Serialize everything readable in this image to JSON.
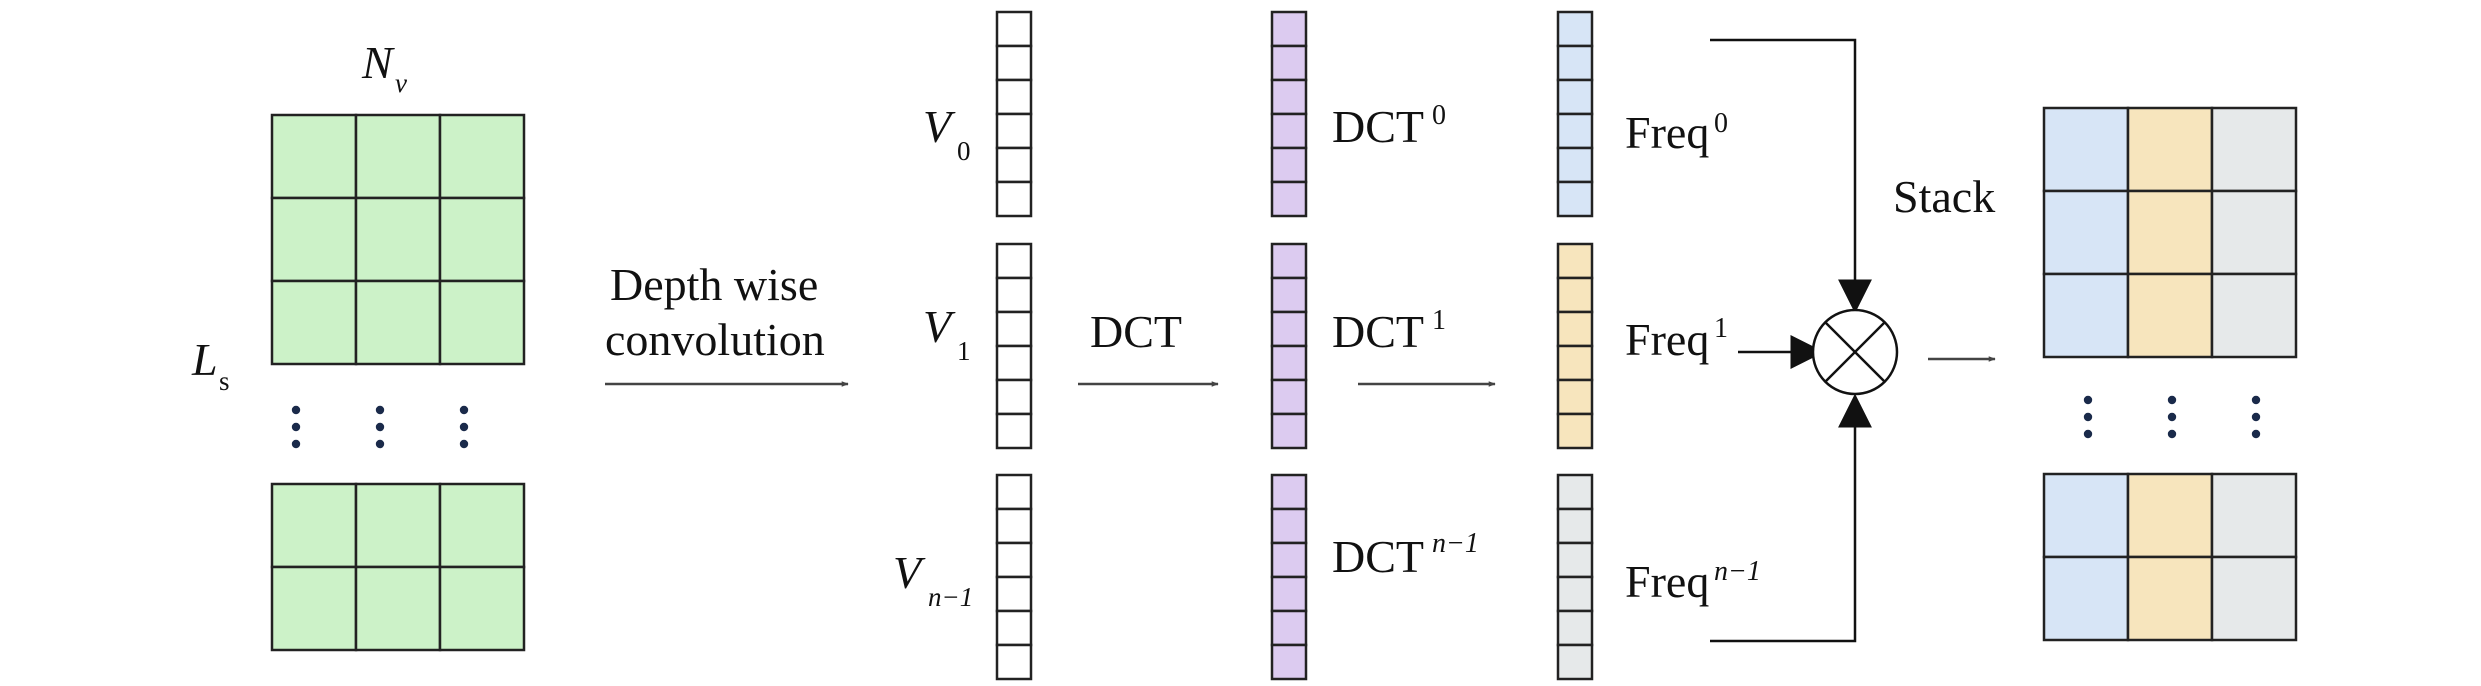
{
  "labels": {
    "top_matrix_label": "N",
    "top_matrix_sub": "v",
    "side_label": "L",
    "side_sub": "s",
    "depthwise_line1": "Depth wise",
    "depthwise_line2": "convolution",
    "dct_arrow": "DCT",
    "stack": "Stack",
    "v_main": "V",
    "v0_sub": "0",
    "v1_sub": "1",
    "vn_sub": "n−1",
    "dct_main": "DCT",
    "dct0_sup": "0",
    "dct1_sup": "1",
    "dctn_sup": "n−1",
    "freq_main": "Freq",
    "freq0_sup": "0",
    "freq1_sup": "1",
    "freqn_sup": "n−1",
    "multiply_symbol": "⊗"
  },
  "colors": {
    "input_green": "#ccf2c8",
    "dct_purple": "#dccbf0",
    "freq0_blue": "#d7e5f6",
    "freq1_yellow": "#f7e5bd",
    "freqn_gray": "#e6e9ea",
    "stroke": "#222222"
  },
  "structure": {
    "input_columns": 3,
    "input_top_rows": 3,
    "input_bottom_rows": 2,
    "vector_cells": 6,
    "stack_columns": 3,
    "stack_top_rows": 3,
    "stack_bottom_rows": 2
  }
}
